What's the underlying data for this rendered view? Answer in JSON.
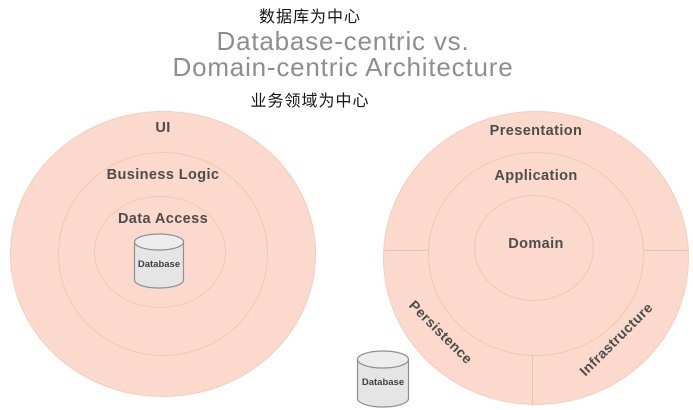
{
  "header": {
    "chinese_top": "数据库为中心",
    "title_line1": "Database-centric vs.",
    "title_line2": "Domain-centric Architecture",
    "chinese_bottom": "业务领域为中心"
  },
  "left_diagram": {
    "name": "Database-centric architecture",
    "layers": [
      "UI",
      "Business Logic",
      "Data Access"
    ],
    "database_label": "Database",
    "database_position": "center"
  },
  "right_diagram": {
    "name": "Domain-centric architecture",
    "layers": [
      "Presentation",
      "Application",
      "Domain"
    ],
    "outer_segments": [
      "Persistence",
      "Infrastructure"
    ],
    "database_label": "Database",
    "database_position": "outside-bottom-left"
  },
  "colors": {
    "circle_fill": "#fbd9cc",
    "circle_stroke": "#f3c6af",
    "title_text": "#8e8e8e",
    "chinese_text": "#161616",
    "layer_label_text": "#4d4d4d",
    "cylinder_fill": "#e5e5e5",
    "cylinder_stroke": "#8f8f8f"
  }
}
